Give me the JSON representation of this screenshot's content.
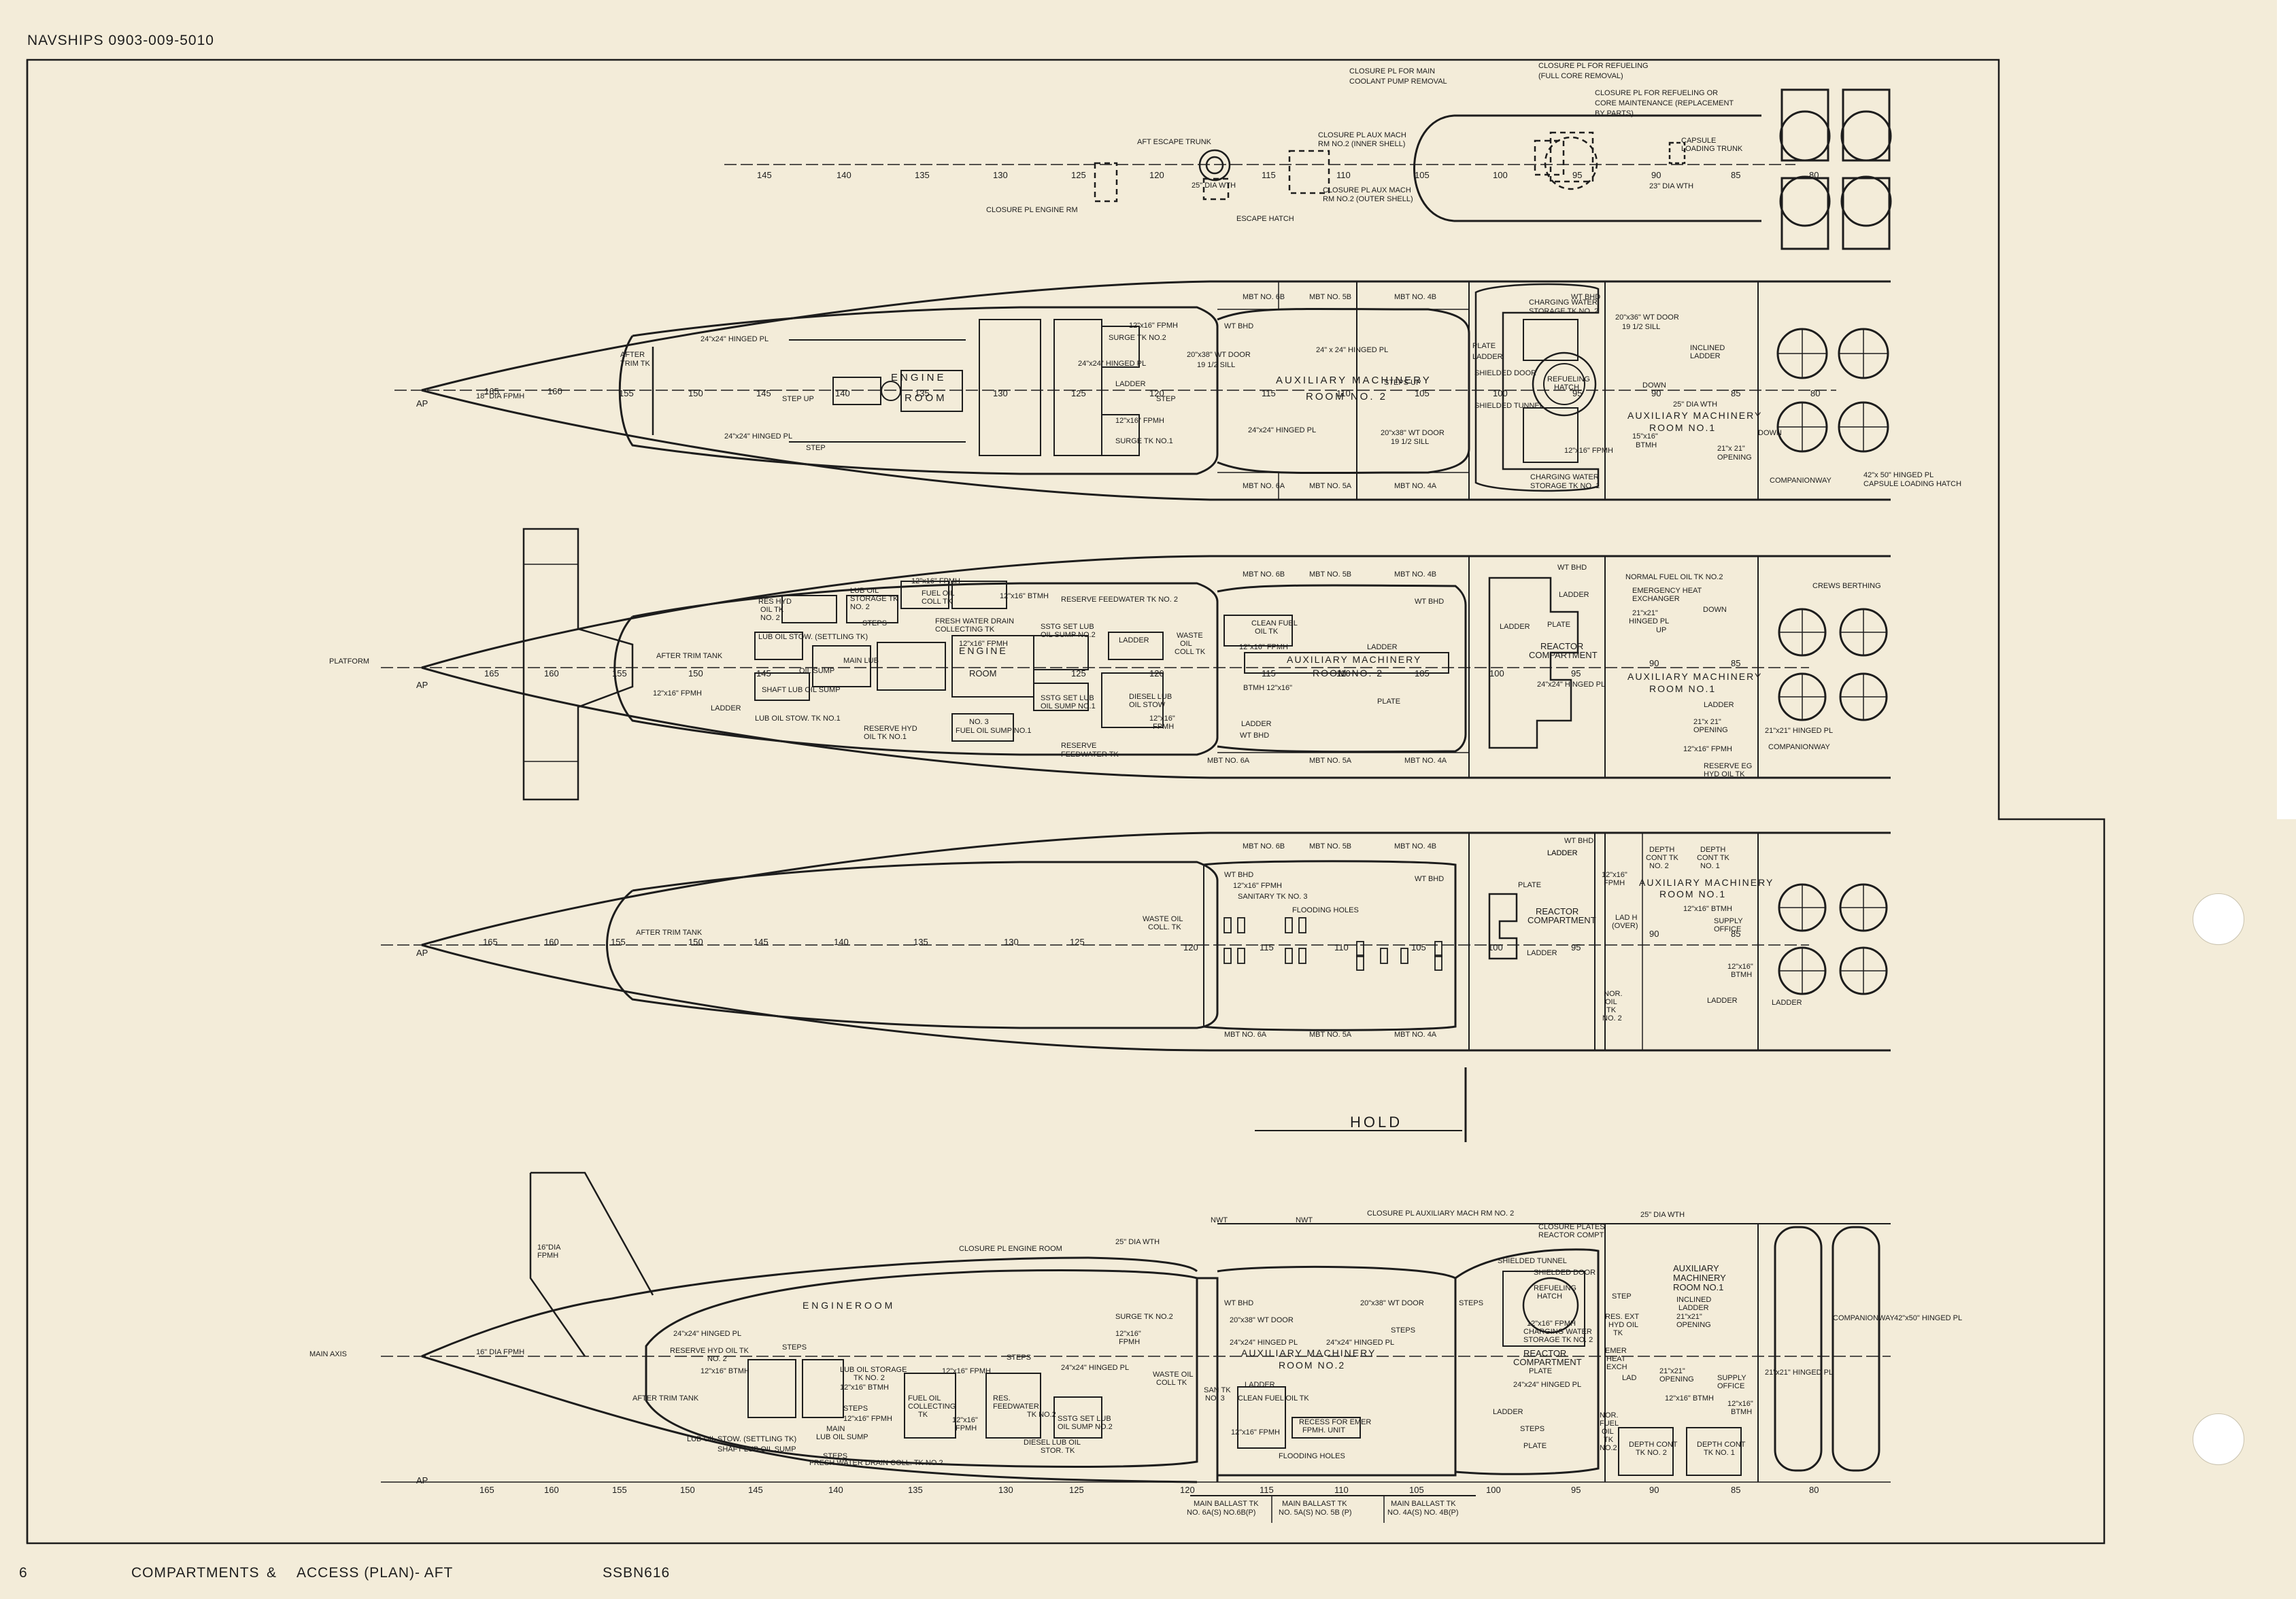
{
  "sheet": {
    "doc_number": "NAVSHIPS 0903-009-5010",
    "page_number": "6",
    "title_main": "COMPARTMENTS",
    "title_amp": "&",
    "title_sub": "ACCESS (PLAN)- AFT",
    "hull_number": "SSBN616"
  },
  "view1_top": {
    "frames": [
      "145",
      "140",
      "135",
      "130",
      "125",
      "120",
      "115",
      "110",
      "105",
      "100",
      "95",
      "90",
      "85",
      "80"
    ],
    "labels": {
      "closure_main_coolant": "CLOSURE PL FOR MAIN",
      "closure_main_coolant_2": "COOLANT PUMP REMOVAL",
      "closure_refuel_full": "CLOSURE PL FOR REFUELING",
      "closure_refuel_full_2": "(FULL CORE REMOVAL)",
      "closure_refuel_core": "CLOSURE PL FOR REFUELING OR",
      "closure_refuel_core_2": "CORE MAINTENANCE (REPLACEMENT",
      "closure_refuel_core_3": "BY PARTS)",
      "aft_escape_trunk": "AFT ESCAPE TRUNK",
      "closure_aux_inner": "CLOSURE PL AUX MACH",
      "closure_aux_inner_2": "RM NO.2 (INNER SHELL)",
      "closure_aux_outer": "CLOSURE PL AUX MACH",
      "closure_aux_outer_2": "RM NO.2 (OUTER SHELL)",
      "dia_25": "25\" DIA WTH",
      "dia_23": "23\" DIA WTH",
      "escape_hatch": "ESCAPE HATCH",
      "closure_engine": "CLOSURE PL ENGINE RM",
      "capsule_trunk": "CAPSULE",
      "capsule_trunk_2": "LOADING TRUNK"
    }
  },
  "view2_upper": {
    "frames": [
      "AP",
      "165",
      "160",
      "155",
      "150",
      "145",
      "140",
      "135",
      "130",
      "125",
      "120",
      "115",
      "110",
      "105",
      "100",
      "95",
      "90",
      "85",
      "80"
    ],
    "labels": {
      "after_trim": "AFTER",
      "after_trim_2": "TRIM TK",
      "fpmh": "18\" DIA FPMH",
      "hinged_1": "24\"x24\" HINGED PL",
      "hinged_2": "24\"x24\" HINGED PL",
      "step_up": "STEP UP",
      "step": "STEP",
      "engine": "ENGINE",
      "room": "ROOM",
      "surge_2": "SURGE TK NO.2",
      "surge_1": "SURGE TK NO.1",
      "fpmh_12": "12\"x16\" FPMH",
      "fpmh_12b": "12\"x16\" FPMH",
      "hinged_3": "24\"x24\" HINGED PL",
      "ladder": "LADDER",
      "step2": "STEP",
      "mbt_6b": "MBT NO. 6B",
      "mbt_5b": "MBT NO. 5B",
      "mbt_4b": "MBT NO. 4B",
      "mbt_6a": "MBT NO. 6A",
      "mbt_5a": "MBT NO. 5A",
      "mbt_4a": "MBT NO. 4A",
      "wt_bhd": "WT BHD",
      "wt_door": "20\"x38\" WT DOOR",
      "wt_door_sill": "19 1/2 SILL",
      "hinged_4": "24\" x 24\" HINGED PL",
      "aux_mach": "AUXILIARY MACHINERY",
      "room_no2": "ROOM NO. 2",
      "hinged_5": "24\"x24\" HINGED PL",
      "wt_door2": "20\"x38\" WT DOOR",
      "wt_door2_sill": "19 1/2 SILL",
      "steps_up": "STEPS UP",
      "charging_2": "CHARGING WATER",
      "charging_2b": "STORAGE TK NO. 2",
      "charging_1": "CHARGING WATER",
      "charging_1b": "STORAGE TK NO. 1",
      "plate": "PLATE",
      "ladder2": "LADDER",
      "shielded_door": "SHIELDED DOOR",
      "shielded_tunnel": "SHIELDED TUNNEL",
      "refueling_hatch": "REFUELING",
      "refueling_hatch_2": "HATCH",
      "fpmh_r": "12\"x16\" FPMH",
      "wt_bhd2": "WT BHD",
      "wt_door3": "20\"x36\" WT DOOR",
      "wt_door3_sill": "19 1/2 SILL",
      "inclined_ladder": "INCLINED",
      "inclined_ladder_2": "LADDER",
      "down": "DOWN",
      "dia_25": "25\" DIA WTH",
      "aux_mach_1": "AUXILIARY MACHINERY",
      "room_no1": "ROOM NO.1",
      "btmh": "15\"x16\"",
      "btmh_2": "BTMH",
      "opening": "21\"x 21\"",
      "opening_2": "OPENING",
      "down2": "DOWN",
      "companionway": "COMPANIONWAY",
      "capsule_hatch": "42\"x 50\" HINGED PL",
      "capsule_hatch_2": "CAPSULE LOADING HATCH"
    }
  },
  "view3_platform": {
    "frames": [
      "AP",
      "165",
      "160",
      "155",
      "150",
      "145",
      "140",
      "135",
      "130",
      "125",
      "120",
      "115",
      "110",
      "105",
      "100",
      "95",
      "90",
      "85"
    ],
    "labels": {
      "platform": "PLATFORM",
      "after_trim_tank": "AFTER TRIM TANK",
      "fpmh": "12\"x16\" FPMH",
      "ladder": "LADDER",
      "reserve_hyd_oil_2": "RES HYD",
      "reserve_hyd_oil_2b": "OIL TK",
      "reserve_hyd_oil_2c": "NO. 2",
      "lub_oil_storage": "LUB OIL",
      "lub_oil_storage_2": "STORAGE TK",
      "lub_oil_storage_3": "NO. 2",
      "fuel_oil_coll": "FUEL OIL",
      "fuel_oil_coll_2": "COLL TK",
      "fpmh_top": "12\"x16\" FPMH",
      "btmh": "12\"x16\" BTMH",
      "reserve_feedwater_2": "RESERVE FEEDWATER TK NO. 2",
      "steps": "STEPS",
      "settling": "LUB OIL STOW. (SETTLING TK)",
      "fresh_water": "FRESH WATER DRAIN",
      "fresh_water_2": "COLLECTING TK",
      "fpmh_mid": "12\"x16\" FPMH",
      "main_lub": "MAIN LUB",
      "oil_sump": "OIL SUMP",
      "shaft_lub": "SHAFT LUB OIL SUMP",
      "engine": "ENGINE",
      "room": "ROOM",
      "sstg_2": "SSTG SET LUB",
      "sstg_2b": "OIL SUMP NO.2",
      "sstg_1": "SSTG SET LUB",
      "sstg_1b": "OIL SUMP NO.1",
      "lub_oil_stow_1": "LUB OIL STOW. TK NO.1",
      "reserve_hyd_1": "RESERVE HYD",
      "reserve_hyd_1b": "OIL TK NO.1",
      "no3": "NO. 3",
      "fuel_oil_sump": "FUEL OIL SUMP NO.1",
      "reserve_feedwater": "RESERVE",
      "reserve_feedwater_b": "FEEDWATER TK",
      "ladder2": "LADDER",
      "waste_oil": "WASTE",
      "waste_oil_2": "OIL",
      "waste_oil_3": "COLL TK",
      "clean_fuel": "CLEAN FUEL",
      "clean_fuel_2": "OIL TK",
      "fpmh_cf": "12\"x16\" FPMH",
      "diesel_lub": "DIESEL LUB",
      "diesel_lub_2": "OIL STOW",
      "fpmh_d": "12\"x16\"",
      "fpmh_d2": "FPMH",
      "btmh_2": "BTMH 12\"x16\"",
      "ladder3": "LADDER",
      "ladder4": "LADDER",
      "wt_bhd": "WT BHD",
      "aux_mach": "AUXILIARY MACHINERY",
      "room_no2": "ROOM NO. 2",
      "plate": "PLATE",
      "mbt_6b": "MBT NO. 6B",
      "mbt_5b": "MBT NO. 5B",
      "mbt_4b": "MBT NO. 4B",
      "mbt_6a": "MBT NO. 6A",
      "mbt_5a": "MBT NO. 5A",
      "mbt_4a": "MBT NO. 4A",
      "wt_bhd2": "WT BHD",
      "wt_bhd3": "WT BHD",
      "ladder5": "LADDER",
      "plate2": "PLATE",
      "ladder6": "LADDER",
      "reactor": "REACTOR",
      "reactor_2": "COMPARTMENT",
      "hinged": "24\"x24\" HINGED PL",
      "normal_fuel": "NORMAL FUEL OIL TK NO.2",
      "emergency_heat": "EMERGENCY HEAT",
      "emergency_heat_2": "EXCHANGER",
      "hinged2": "21\"x21\"",
      "hinged2_b": "HINGED PL",
      "up": "UP",
      "down": "DOWN",
      "crews_berthing": "CREWS BERTHING",
      "aux_mach_1": "AUXILIARY MACHINERY",
      "room_no1": "ROOM NO.1",
      "ladder7": "LADDER",
      "opening": "21\"x 21\"",
      "opening_2": "OPENING",
      "hinged3": "21\"x21\" HINGED PL",
      "companionway": "COMPANIONWAY",
      "fpmh_b": "12\"x16\" FPMH",
      "reserve_eg": "RESERVE EG",
      "reserve_eg_2": "HYD OIL TK"
    }
  },
  "view4_hold": {
    "frames": [
      "AP",
      "165",
      "160",
      "155",
      "150",
      "145",
      "140",
      "135",
      "130",
      "125",
      "120",
      "115",
      "110",
      "105",
      "100",
      "95",
      "90",
      "85"
    ],
    "labels": {
      "title": "HOLD",
      "after_trim_tank": "AFTER TRIM TANK",
      "waste_oil": "WASTE OIL",
      "waste_oil_2": "COLL. TK",
      "wt_bhd": "WT BHD",
      "fpmh": "12\"x16\" FPMH",
      "sanitary": "SANITARY TK NO. 3",
      "flooding": "FLOODING HOLES",
      "mbt_6b": "MBT NO. 6B",
      "mbt_5b": "MBT NO. 5B",
      "mbt_4b": "MBT NO. 4B",
      "mbt_6a": "MBT NO. 6A",
      "mbt_5a": "MBT NO. 5A",
      "mbt_4a": "MBT NO. 4A",
      "wt_bhd2": "WT BHD",
      "ladder": "LADDER",
      "plate": "PLATE",
      "ladder2": "LADDER",
      "reactor": "REACTOR",
      "reactor_2": "COMPARTMENT",
      "wt_bhd3": "WT BHD",
      "ladder3": "LADDER",
      "fpmh2": "12\"x16\"",
      "fpmh2_b": "FPMH",
      "depth_2": "DEPTH",
      "depth_2b": "CONT TK",
      "depth_2c": "NO. 2",
      "depth_1": "DEPTH",
      "depth_1b": "CONT TK",
      "depth_1c": "NO. 1",
      "aux_mach_1": "AUXILIARY MACHINERY",
      "room_no1": "ROOM NO.1",
      "lad_h": "LAD H",
      "lad_h_2": "(OVER)",
      "btmh": "12\"x16\" BTMH",
      "supply": "SUPPLY",
      "supply_2": "OFFICE",
      "btmh2": "12\"x16\"",
      "btmh2_b": "BTMH",
      "nor_oil": "NOR.",
      "nor_oil_2": "OIL",
      "nor_oil_3": "TK",
      "nor_oil_4": "NO. 2",
      "ladder4": "LADDER",
      "ladder5": "LADDER"
    }
  },
  "view5_elevation": {
    "frames": [
      "AP",
      "165",
      "160",
      "155",
      "150",
      "145",
      "140",
      "135",
      "130",
      "125",
      "120",
      "115",
      "110",
      "105",
      "100",
      "95",
      "90",
      "85",
      "80"
    ],
    "labels": {
      "main_axis": "MAIN AXIS",
      "fpmh_16": "16\" DIA FPMH",
      "fpmh_16b": "16\"DIA",
      "fpmh_16c": "FPMH",
      "closure_engine": "CLOSURE PL ENGINE ROOM",
      "dia_25": "25\" DIA WTH",
      "nwt": "NWT",
      "nwt2": "NWT",
      "closure_aux": "CLOSURE PL AUXILIARY MACH RM NO. 2",
      "dia_25b": "25\" DIA WTH",
      "closure_reactor": "CLOSURE PLATES",
      "closure_reactor_2": "REACTOR COMPT",
      "engine_room": "E N G I N E     R O O M",
      "hinged": "24\"x24\" HINGED PL",
      "reserve_hyd": "RESERVE HYD OIL TK",
      "reserve_hyd_2": "NO. 2",
      "steps": "STEPS",
      "btmh": "12\"x16\" BTMH",
      "lub_storage": "LUB OIL STORAGE",
      "lub_storage_2": "TK NO. 2",
      "btmh2": "12\"x16\" BTMH",
      "fpmh_a": "12\"x16\" FPMH",
      "steps2": "STEPS",
      "steps3": "STEPS",
      "fpmh_b": "12\"x16\" FPMH",
      "main_lub": "MAIN",
      "main_lub_2": "LUB OIL SUMP",
      "fuel_oil": "FUEL OIL",
      "fuel_oil_2": "COLLECTING",
      "fuel_oil_3": "TK",
      "res_feed": "RES.",
      "res_feed_2": "FEEDWATER",
      "res_feed_3": "TK NO.2",
      "fpmh_c": "12\"x16\"",
      "fpmh_c2": "FPMH",
      "hinged2": "24\"x24\" HINGED PL",
      "sstg": "SSTG SET LUB",
      "sstg_2": "OIL SUMP NO.2",
      "diesel": "DIESEL LUB OIL",
      "diesel_2": "STOR. TK",
      "lub_stow": "LUB OIL STOW. (SETTLING TK)",
      "shaft_lub": "SHAFT LUB OIL SUMP",
      "fresh_water": "FRESH WATER DRAIN COLL. TK NO.2",
      "after_trim": "AFTER TRIM TANK",
      "steps4": "STEPS",
      "surge": "SURGE TK NO.2",
      "fpmh_d": "12\"x16\"",
      "fpmh_d2": "FPMH",
      "waste": "WASTE OIL",
      "waste_2": "COLL TK",
      "wt_bhd": "WT BHD",
      "wt_door": "20\"x38\" WT DOOR",
      "hinged3": "24\"x24\" HINGED PL",
      "hinged4": "24\"x24\" HINGED PL",
      "aux_mach": "AUXILIARY MACHINERY",
      "room_no2": "ROOM NO.2",
      "san": "SAN TK",
      "san_2": "NO. 3",
      "ladder": "LADDER",
      "clean_fuel": "CLEAN FUEL OIL TK",
      "fpmh_e": "12\"x16\" FPMH",
      "recess": "RECESS FOR EMER",
      "recess_2": "FPMH. UNIT",
      "flooding": "FLOODING HOLES",
      "wt_door2": "20\"x38\" WT DOOR",
      "steps5": "STEPS",
      "steps6": "STEPS",
      "shielded_tunnel": "SHIELDED TUNNEL",
      "shielded_door": "SHIELDED DOOR",
      "refueling": "REFUELING",
      "refueling_2": "HATCH",
      "fpmh_f": "12\"x16\" FPMH",
      "charging": "CHARGING WATER",
      "charging_2": "STORAGE TK NO. 2",
      "reactor": "REACTOR",
      "reactor_2": "COMPARTMENT",
      "hinged5": "24\"x24\" HINGED PL",
      "plate": "PLATE",
      "ladder2": "LADDER",
      "steps7": "STEPS",
      "plate2": "PLATE",
      "aux_mach_1": "AUXILIARY",
      "aux_mach_1b": "MACHINERY",
      "aux_mach_1c": "ROOM NO.1",
      "step": "STEP",
      "inclined": "INCLINED",
      "inclined_2": "LADDER",
      "res_ext": "RES. EXT",
      "res_ext_2": "HYD OIL",
      "res_ext_3": "TK",
      "opening": "21\"x21\"",
      "opening_2": "OPENING",
      "emer": "EMER",
      "emer_2": "HEAT",
      "emer_3": "EXCH",
      "opening2": "21\"x21\"",
      "opening2_2": "OPENING",
      "supply": "SUPPLY",
      "supply_2": "OFFICE",
      "lad": "LAD",
      "btmh3": "12\"x16\" BTMH",
      "btmh4": "12\"x16\"",
      "btmh4_2": "BTMH",
      "hinged6": "21\"x21\" HINGED PL",
      "nor_fuel": "NOR.",
      "nor_fuel_2": "FUEL",
      "nor_fuel_3": "OIL",
      "nor_fuel_4": "TK",
      "nor_fuel_5": "NO.2",
      "depth_2": "DEPTH CONT",
      "depth_2b": "TK NO. 2",
      "depth_1": "DEPTH CONT",
      "depth_1b": "TK NO. 1",
      "companionway": "COMPANIONWAY",
      "hinged7": "42\"x50\" HINGED PL",
      "main_ballast_6": "MAIN BALLAST TK",
      "main_ballast_6b": "NO. 6A(S) NO.6B(P)",
      "main_ballast_5": "MAIN BALLAST TK",
      "main_ballast_5b": "NO. 5A(S) NO. 5B (P)",
      "main_ballast_4": "MAIN BALLAST TK",
      "main_ballast_4b": "NO. 4A(S) NO. 4B(P)"
    }
  },
  "colors": {
    "paper": "#f3ecd9",
    "ink": "#1d1d1d",
    "margin": "#ffffff"
  }
}
